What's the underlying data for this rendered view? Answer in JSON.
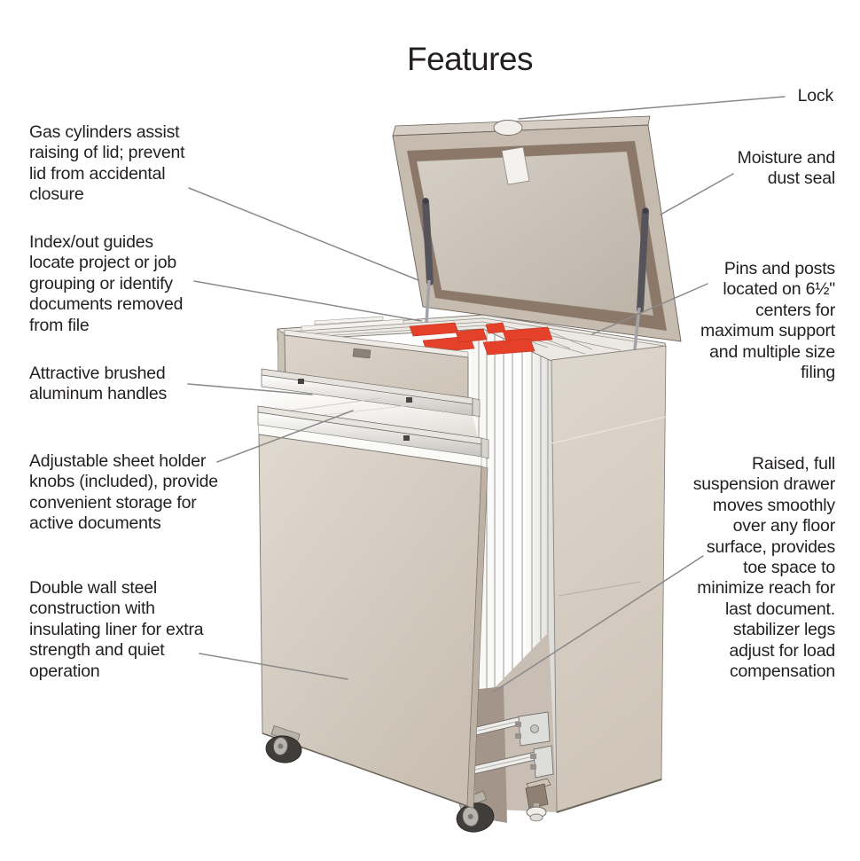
{
  "title": "Features",
  "callouts": {
    "left": [
      {
        "id": "gas-cylinders",
        "text": "Gas cylinders assist\nraising of lid; prevent\nlid from accidental\nclosure"
      },
      {
        "id": "index-out-guides",
        "text": "Index/out guides\nlocate project or job\ngrouping or identify\ndocuments removed\nfrom file"
      },
      {
        "id": "aluminum-handles",
        "text": "Attractive brushed\naluminum handles"
      },
      {
        "id": "sheet-holder-knobs",
        "text": "Adjustable sheet holder\nknobs (included), provide\nconvenient storage for\nactive documents"
      },
      {
        "id": "double-wall",
        "text": "Double wall steel\nconstruction with\ninsulating liner for extra\nstrength and quiet\noperation"
      }
    ],
    "right": [
      {
        "id": "lock",
        "text": "Lock"
      },
      {
        "id": "moisture-dust-seal",
        "text": "Moisture and\ndust seal"
      },
      {
        "id": "pins-and-posts",
        "text": "Pins and posts\nlocated on 6½\"\ncenters for\nmaximum support\nand multiple size\nfiling"
      },
      {
        "id": "suspension-drawer",
        "text": "Raised, full\nsuspension drawer\nmoves smoothly\nover any floor\nsurface, provides\ntoe space to\nminimize reach for\nlast document.\nstabilizer legs\nadjust for load\ncompensation"
      }
    ]
  },
  "colors": {
    "background": "#ffffff",
    "text": "#231f20",
    "leader_line": "#8a8a8a",
    "cabinet_tan": "#d8d0c6",
    "cabinet_edge": "#7b756d",
    "lid_seal_brown": "#8c7869",
    "out_guide_red": "#e5402a",
    "metal_silver": "#e9e9e9",
    "wheel_dark": "#413d3a"
  },
  "illustration_parts": [
    "lid",
    "lock-knob",
    "moisture-seal",
    "gas-strut-left",
    "gas-strut-right",
    "file-rails",
    "out-guides",
    "hanging-files",
    "right-side-panel",
    "front-panel",
    "handle-upper",
    "handle-lower",
    "drawer-front",
    "drawer-slides",
    "stabilizer-leg",
    "caster-left",
    "caster-center"
  ]
}
